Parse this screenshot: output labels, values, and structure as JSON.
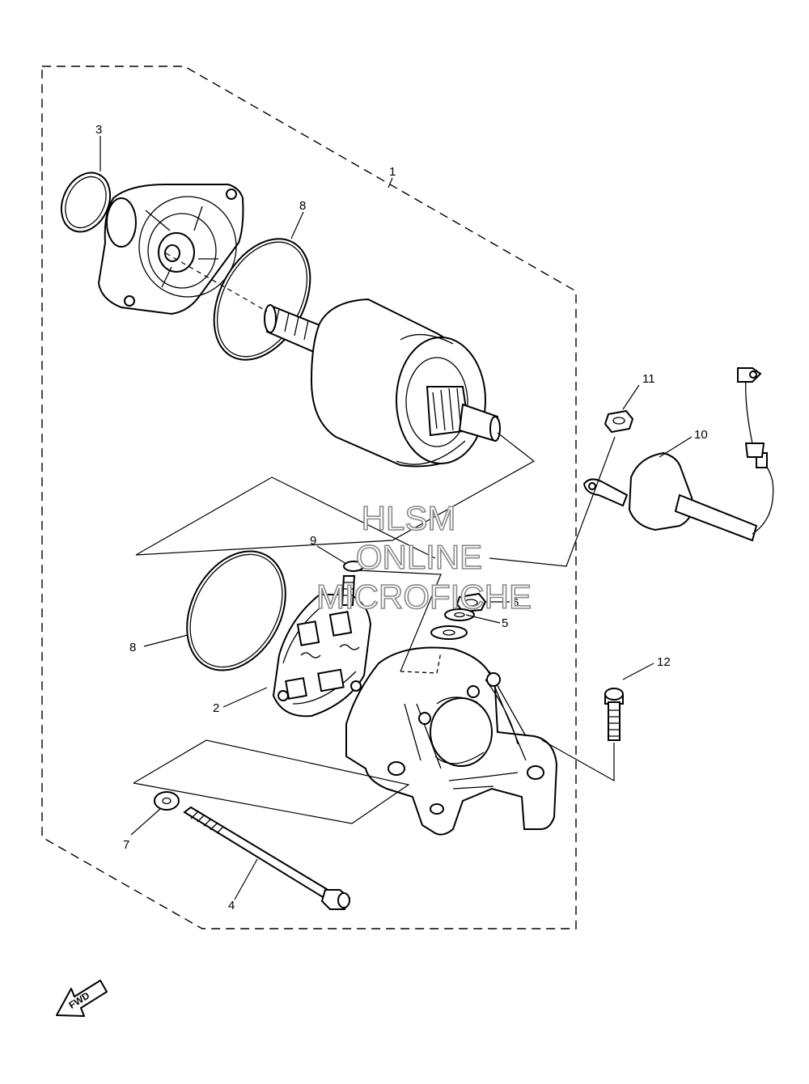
{
  "diagram": {
    "callouts": [
      {
        "id": "1",
        "label": "1"
      },
      {
        "id": "2",
        "label": "2"
      },
      {
        "id": "3",
        "label": "3"
      },
      {
        "id": "4",
        "label": "4"
      },
      {
        "id": "5",
        "label": "5"
      },
      {
        "id": "6",
        "label": "6"
      },
      {
        "id": "7",
        "label": "7"
      },
      {
        "id": "8a",
        "label": "8"
      },
      {
        "id": "8b",
        "label": "8"
      },
      {
        "id": "9",
        "label": "9"
      },
      {
        "id": "10",
        "label": "10"
      },
      {
        "id": "11",
        "label": "11"
      },
      {
        "id": "12",
        "label": "12"
      }
    ],
    "fwd_arrow_text": "FWD"
  },
  "watermark": {
    "line1": "HLSM",
    "line2": "ONLINE",
    "line3": "MICROFICHE"
  }
}
